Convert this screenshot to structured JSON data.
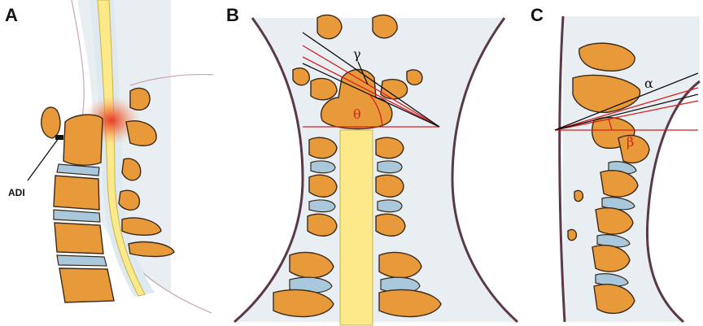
{
  "panels": [
    {
      "id": "A",
      "label": "A",
      "annotation": "ADI"
    },
    {
      "id": "B",
      "label": "B",
      "angle_red": "θ",
      "angle_black": "γ"
    },
    {
      "id": "C",
      "label": "C",
      "angle_black": "α",
      "angle_red": "β"
    }
  ],
  "colors": {
    "bone": "#e8993a",
    "disc": "#a9c8dc",
    "cord": "#fbe98a",
    "red_line": "#d42020",
    "skin": "#5a3a4a",
    "highlight": "#e83020"
  }
}
